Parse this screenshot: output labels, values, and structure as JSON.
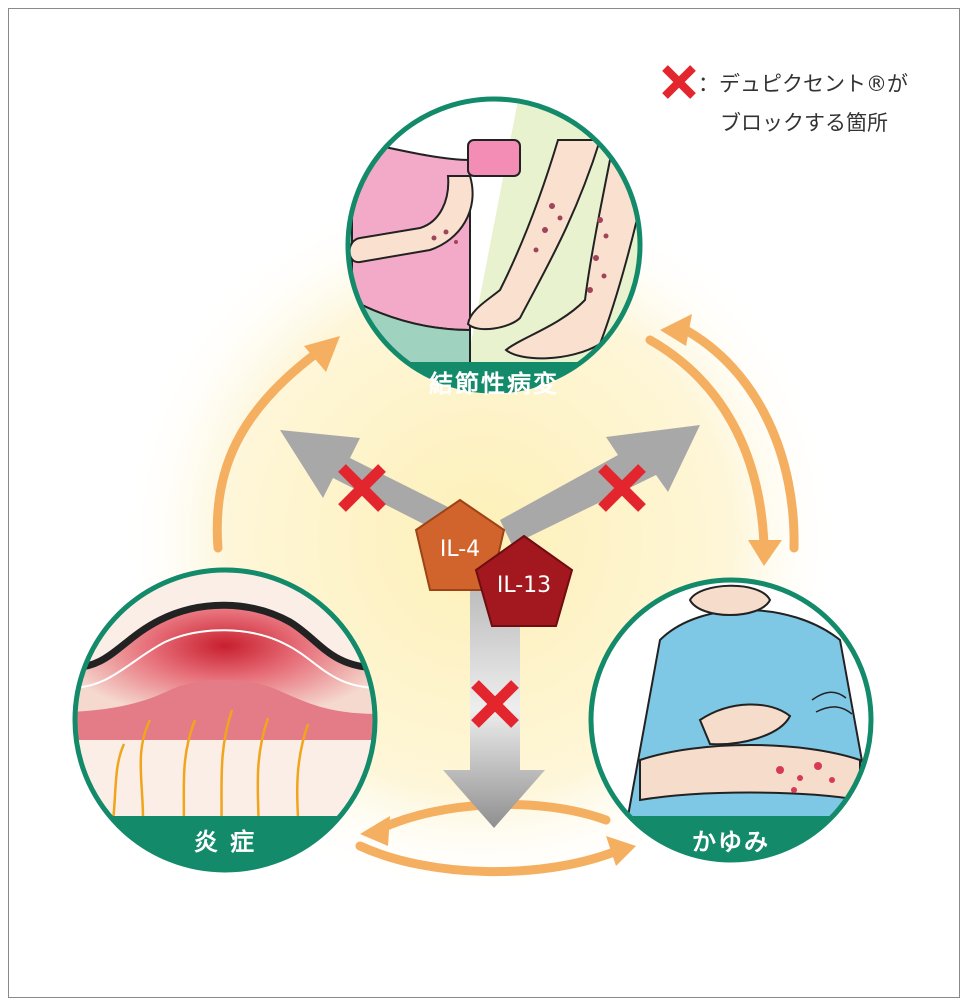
{
  "legend": {
    "icon": "red-cross-icon",
    "line1": "：デュピクセント®が",
    "line2": "ブロックする箇所"
  },
  "nodes": {
    "top": {
      "label": "結節性病変",
      "image": "legs-with-nodules-illustration"
    },
    "left": {
      "label": "炎 症",
      "image": "skin-inflammation-cross-section"
    },
    "right": {
      "label": "かゆみ",
      "image": "person-scratching-arm-illustration"
    }
  },
  "cytokines": {
    "il4": {
      "label": "IL-4",
      "color": "#d0642c"
    },
    "il13": {
      "label": "IL-13",
      "color": "#a3171f"
    }
  },
  "colors": {
    "banner": "#138a6a",
    "cycle_arrow": "#f4b060",
    "block_cross": "#e3262e",
    "glow": "#fdf3c8",
    "gray_arrow": "#9a9a9a"
  }
}
